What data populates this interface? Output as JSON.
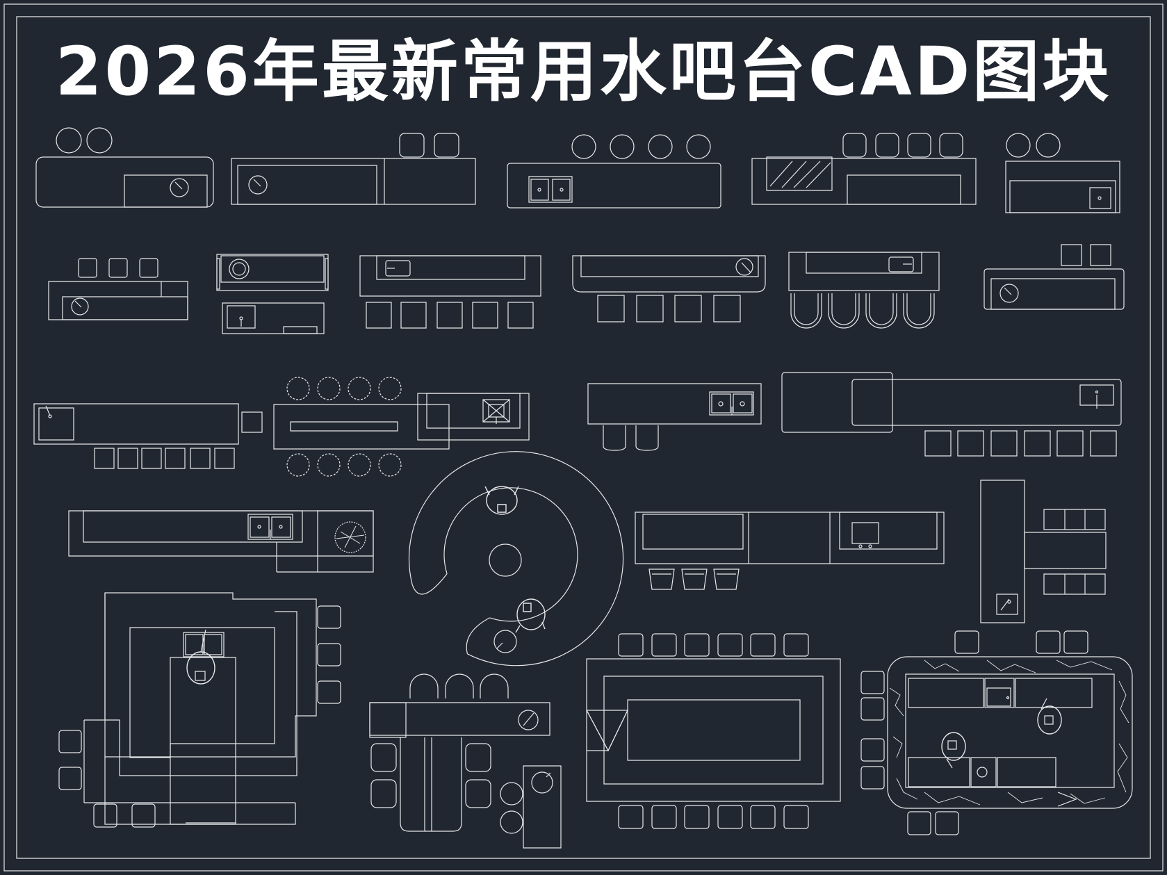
{
  "title": "2026年最新常用水吧台CAD图块",
  "colors": {
    "background": "#212730",
    "line": "#e6e8ea",
    "title": "#ffffff"
  },
  "blocks": [
    {
      "id": "r1-1",
      "contents": [
        "counter",
        "sink",
        "stools"
      ]
    },
    {
      "id": "r1-2",
      "contents": [
        "counter",
        "sink",
        "chairs"
      ]
    },
    {
      "id": "r1-3",
      "contents": [
        "counter",
        "double-sink",
        "stools"
      ]
    },
    {
      "id": "r1-4",
      "contents": [
        "counter",
        "glass-display",
        "chairs"
      ]
    },
    {
      "id": "r1-5",
      "contents": [
        "counter",
        "sink",
        "stools"
      ]
    },
    {
      "id": "r2-1",
      "contents": [
        "counter",
        "sink",
        "chairs"
      ]
    },
    {
      "id": "r2-2",
      "contents": [
        "counter",
        "sink"
      ]
    },
    {
      "id": "r2-3",
      "contents": [
        "counter",
        "sink",
        "chairs"
      ]
    },
    {
      "id": "r2-4",
      "contents": [
        "counter",
        "sink",
        "chairs"
      ]
    },
    {
      "id": "r2-5",
      "contents": [
        "counter",
        "sink",
        "armchairs"
      ]
    },
    {
      "id": "r2-6",
      "contents": [
        "counter",
        "sink",
        "chairs"
      ]
    },
    {
      "id": "r3-1",
      "contents": [
        "counter",
        "sink",
        "chairs"
      ]
    },
    {
      "id": "r3-2",
      "contents": [
        "counter",
        "sink",
        "stools"
      ]
    },
    {
      "id": "r3-3",
      "contents": [
        "counter",
        "double-sink",
        "chairs"
      ]
    },
    {
      "id": "r3-4",
      "contents": [
        "counter",
        "sink",
        "chairs"
      ]
    },
    {
      "id": "r4-1",
      "contents": [
        "counter",
        "double-sink",
        "plant"
      ]
    },
    {
      "id": "circ",
      "contents": [
        "circular-bar",
        "sink",
        "persons"
      ]
    },
    {
      "id": "r4-3",
      "contents": [
        "counter",
        "sink",
        "chairs"
      ]
    },
    {
      "id": "r4-4",
      "contents": [
        "counter",
        "sink",
        "chairs"
      ]
    },
    {
      "id": "r5-1",
      "contents": [
        "counter",
        "double-sink",
        "person",
        "chairs"
      ]
    },
    {
      "id": "r5-2",
      "contents": [
        "counter",
        "sink",
        "chairs"
      ]
    },
    {
      "id": "r5-3",
      "contents": [
        "counter",
        "chairs"
      ]
    },
    {
      "id": "r5-4",
      "contents": [
        "counter",
        "sink",
        "persons",
        "chairs"
      ]
    }
  ]
}
